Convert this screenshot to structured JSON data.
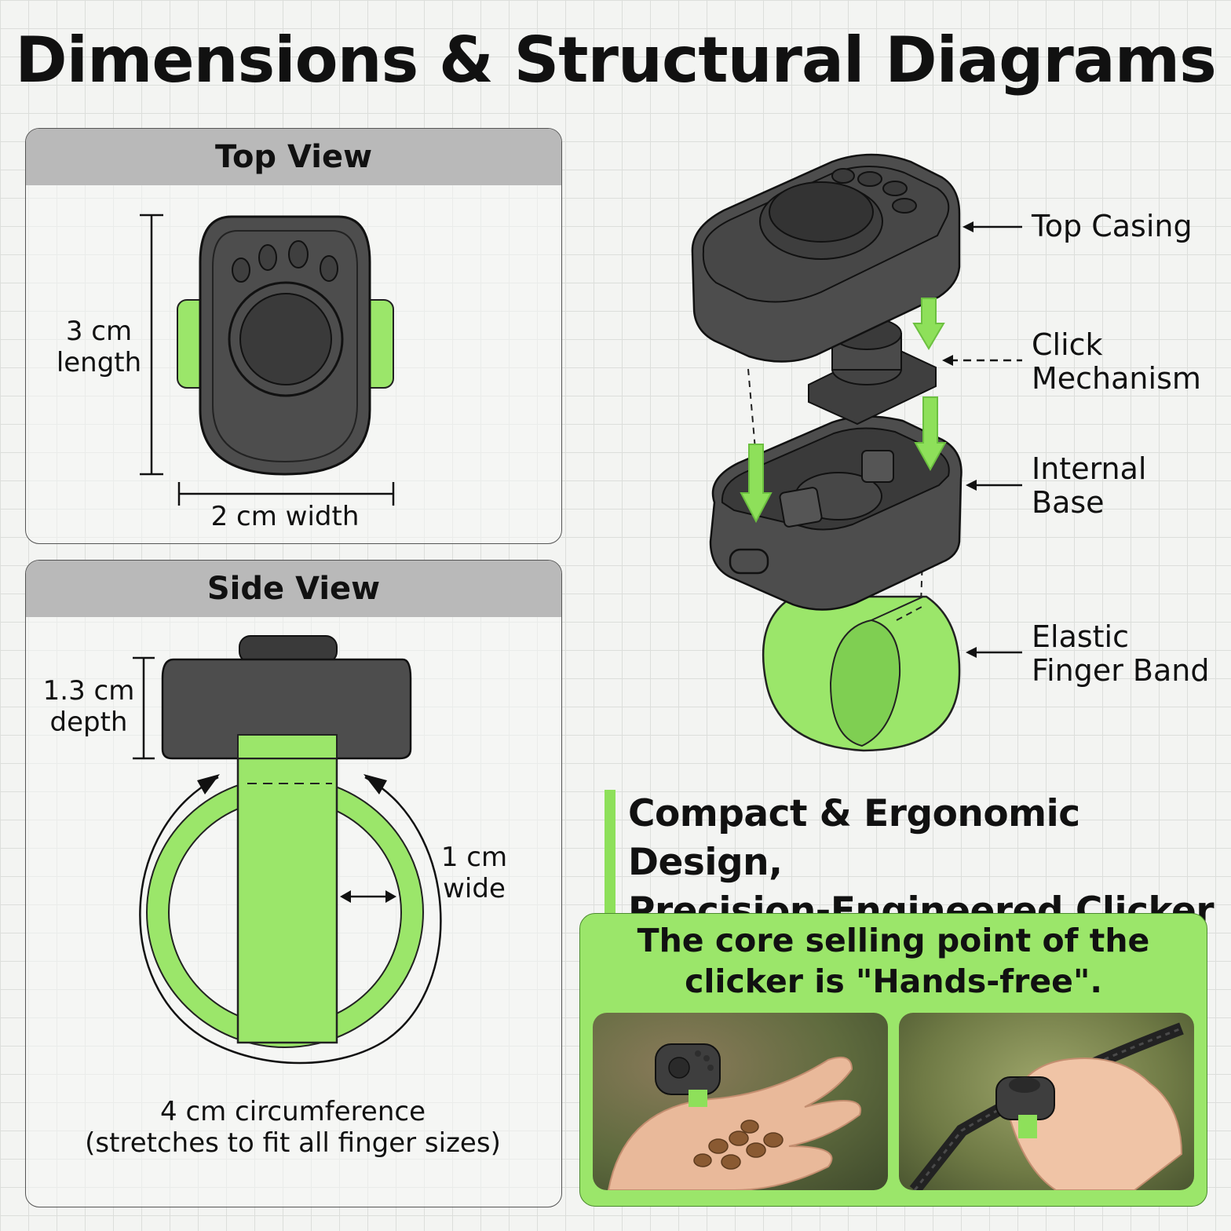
{
  "title": "Dimensions & Structural Diagrams",
  "top_view": {
    "heading": "Top View",
    "length_label": "3 cm\nlength",
    "width_label": "2 cm width"
  },
  "side_view": {
    "heading": "Side View",
    "depth_label": "1.3 cm\ndepth",
    "band_width_label": "1 cm\nwide",
    "circumference_label": "4 cm circumference\n(stretches to fit all finger sizes)"
  },
  "exploded_view": {
    "callouts": [
      "Top Casing",
      "Click\nMechanism",
      "Internal\nBase",
      "Elastic\nFinger Band"
    ]
  },
  "tagline": "Compact & Ergonomic Design,\nPrecision-Engineered Clicker",
  "hands_free": {
    "heading": "The core selling point of the\nclicker is \"Hands-free\"."
  },
  "colors": {
    "accent_green": "#9be66a",
    "device_dark": "#4d4d4d",
    "panel_header": "#b9b9b9"
  }
}
